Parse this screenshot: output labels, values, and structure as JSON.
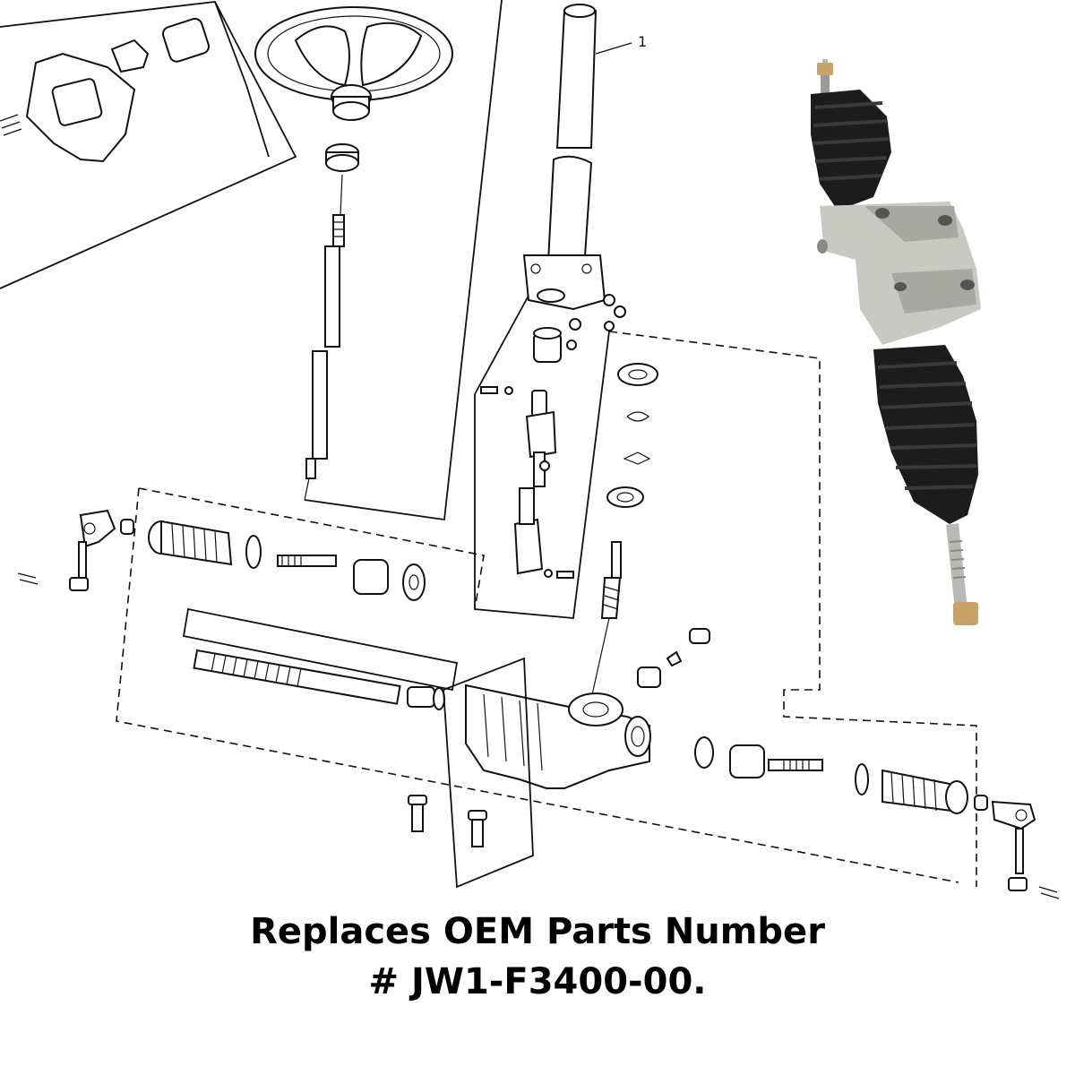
{
  "caption": {
    "line1": "Replaces OEM Parts Number",
    "line2": "# JW1-F3400-00."
  },
  "callouts": {
    "steering_column_ref": "1"
  },
  "photo": {
    "body_color": "#c9c9c4",
    "boot_color": "#1c1c1c",
    "rod_color": "#b8b8b4",
    "brass_color": "#c9a46a"
  }
}
